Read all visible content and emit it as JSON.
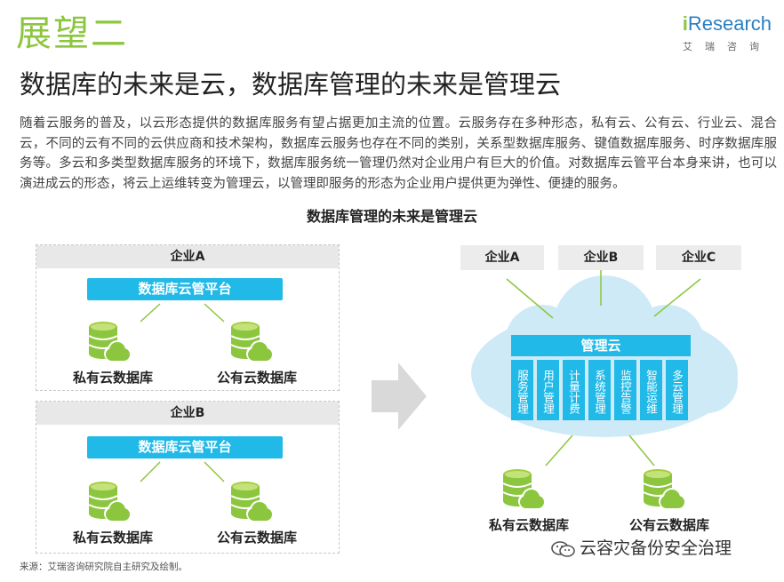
{
  "header": {
    "section_title": "展望二",
    "subtitle": "数据库的未来是云，数据库管理的未来是管理云",
    "logo_main_prefix": "i",
    "logo_main_rest": "Research",
    "logo_sub": "艾瑞咨询"
  },
  "intro": "随着云服务的普及，以云形态提供的数据库服务有望占据更加主流的位置。云服务存在多种形态，私有云、公有云、行业云、混合云，不同的云有不同的云供应商和技术架构，数据库云服务也存在不同的类别，关系型数据库服务、键值数据库服务、时序数据库服务等。多云和多类型数据库服务的环境下，数据库服务统一管理仍然对企业用户有巨大的价值。对数据库云管平台本身来讲，也可以演进成云的形态，将云上运维转变为管理云，以管理即服务的形态为企业用户提供更为弹性、便捷的服务。",
  "diagram": {
    "title": "数据库管理的未来是管理云",
    "left": {
      "enterprise_a": {
        "header": "企业A",
        "platform": "数据库云管平台",
        "private_db": "私有云数据库",
        "public_db": "公有云数据库"
      },
      "enterprise_b": {
        "header": "企业B",
        "platform": "数据库云管平台",
        "private_db": "私有云数据库",
        "public_db": "公有云数据库"
      }
    },
    "right": {
      "enterprises": [
        "企业A",
        "企业B",
        "企业C"
      ],
      "mgmt_cloud": "管理云",
      "services": [
        "服务管理",
        "用户管理",
        "计量计费",
        "系统管理",
        "监控告警",
        "智能运维",
        "多云管理"
      ],
      "private_db": "私有云数据库",
      "public_db": "公有云数据库"
    }
  },
  "footer": {
    "source": "来源：艾瑞咨询研究院自主研究及绘制。",
    "watermark": "云容灾备份安全治理"
  },
  "colors": {
    "accent_green": "#8cc63f",
    "accent_blue": "#21b9e8",
    "cloud_fill": "#cfeaf7"
  }
}
